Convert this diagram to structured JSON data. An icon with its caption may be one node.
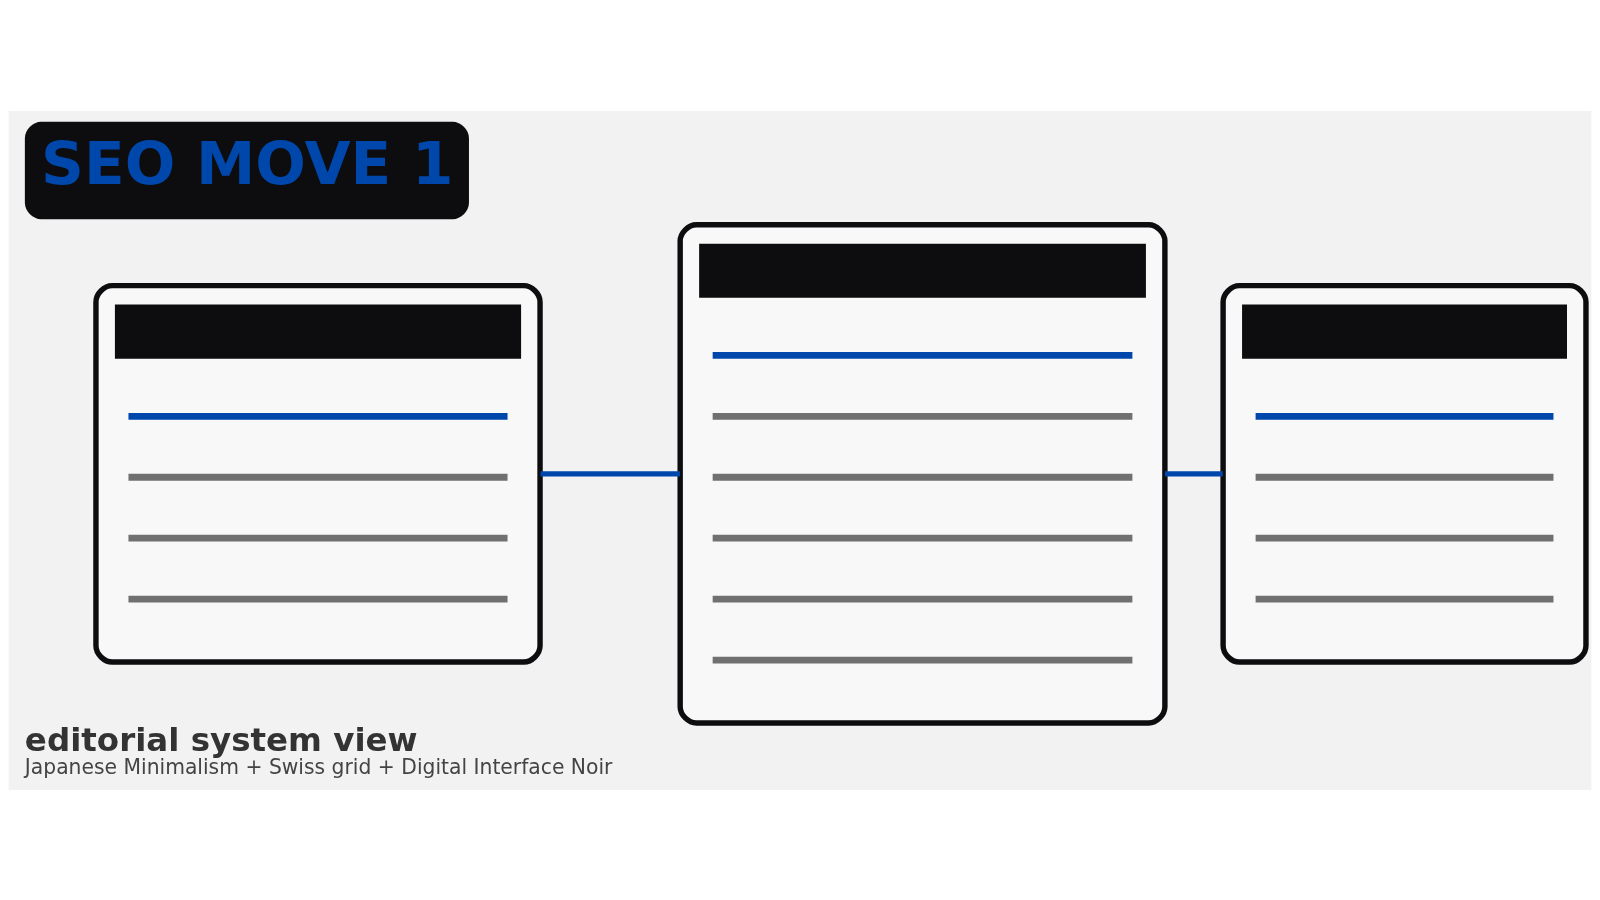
{
  "diagram": {
    "title": "SEO MOVE 1",
    "caption": "editorial system view",
    "nodes": [
      {
        "text": [],
        "shape": "box"
      },
      {
        "text": [],
        "shape": "box"
      },
      {
        "text": [],
        "shape": "box"
      }
    ],
    "edges": [
      {
        "from": 0,
        "to": 1,
        "arrow": "none"
      },
      {
        "from": 1,
        "to": 2,
        "arrow": "none"
      }
    ],
    "labels": [
      "Japanese Minimalism + Swiss grid + Digital Interface Noir"
    ]
  }
}
